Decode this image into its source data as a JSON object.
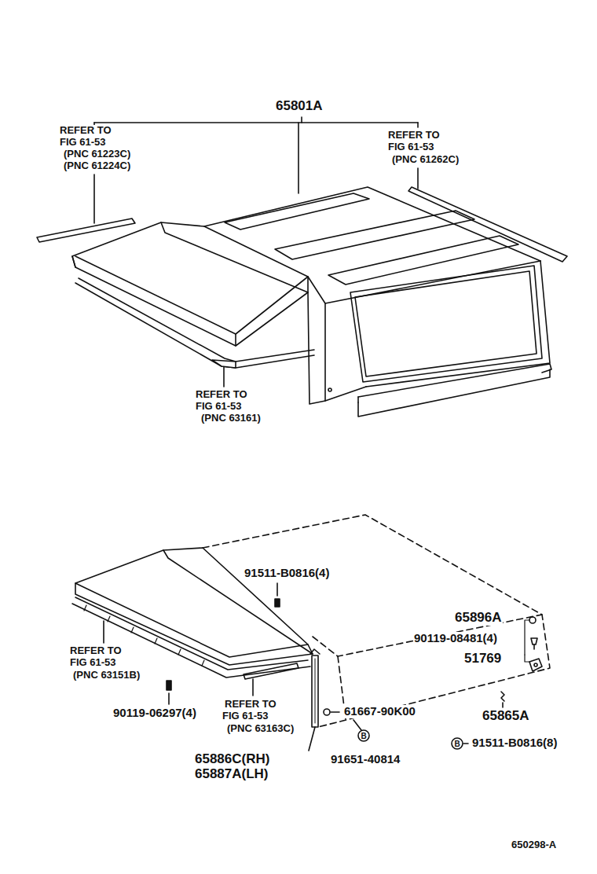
{
  "diagram": {
    "labels": [
      "65801A",
      "REFER TO",
      "FIG 61-53",
      "(PNC 61223C)",
      "(PNC 61224C)",
      "REFER TO",
      "FIG 61-53",
      "(PNC 61262C)",
      "REFER TO",
      "FIG 61-53",
      "(PNC 63161)",
      "91511-B0816(4)",
      "65896A",
      "90119-08481(4)",
      "51769",
      "REFER TO",
      "FIG 61-53",
      "(PNC 63151B)",
      "90119-06297(4)",
      "REFER TO",
      "FIG 61-53",
      "(PNC 63163C)",
      "61667-90K00",
      "65865A",
      "B",
      "91651-40814",
      "65886C(RH)",
      "65887A(LH)",
      "B",
      "91511-B0816(8)",
      "650298-A"
    ]
  }
}
